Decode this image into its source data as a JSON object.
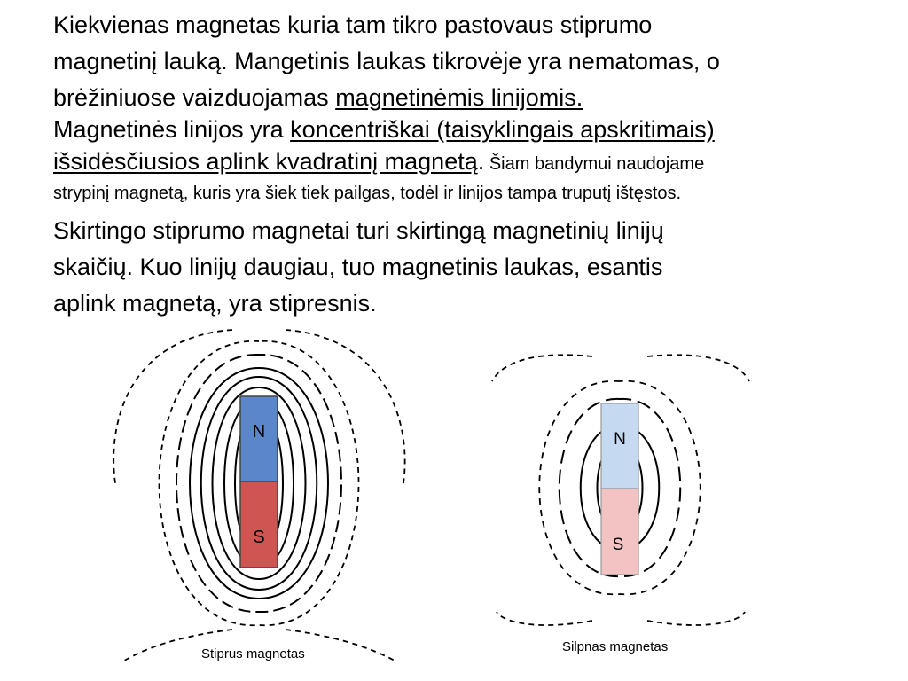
{
  "paragraph1": {
    "text": "Kiekvienas magnetas kuria tam tikro pastovaus stiprumo",
    "line2": "magnetinį lauką. Mangetinis laukas tikrovėje yra nematomas, o",
    "line3_prefix": "brėžiniuose vaizduojamas ",
    "line3_underlined": "magnetinėmis linijomis."
  },
  "paragraph2": {
    "prefix": "Magnetinės linijos yra ",
    "underlined_1": "koncentriškai (taisyklingais apskritimais)",
    "underlined_2": "išsidėsčiusios aplink kvadratinį magnetą",
    "suffix_big": ".",
    "suffix_small": " Šiam bandymui naudojame",
    "small_line": "strypinį magnetą, kuris yra šiek tiek pailgas, todėl ir linijos tampa truputį ištęstos."
  },
  "paragraph3": {
    "line1": "Skirtingo stiprumo magnetai turi skirtingą magnetinių linijų",
    "line2": "skaičių. Kuo linijų daugiau, tuo magnetinis laukas, esantis",
    "line3": "aplink magnetą, yra stipresnis."
  },
  "strong_magnet": {
    "north_label": "N",
    "south_label": "S",
    "caption": "Stiprus magnetas",
    "north_color": "#5b86c9",
    "south_color": "#cf5552"
  },
  "weak_magnet": {
    "north_label": "N",
    "south_label": "S",
    "caption": "Silpnas magnetas",
    "north_color": "#c5d9f0",
    "south_color": "#f3c3c3"
  }
}
